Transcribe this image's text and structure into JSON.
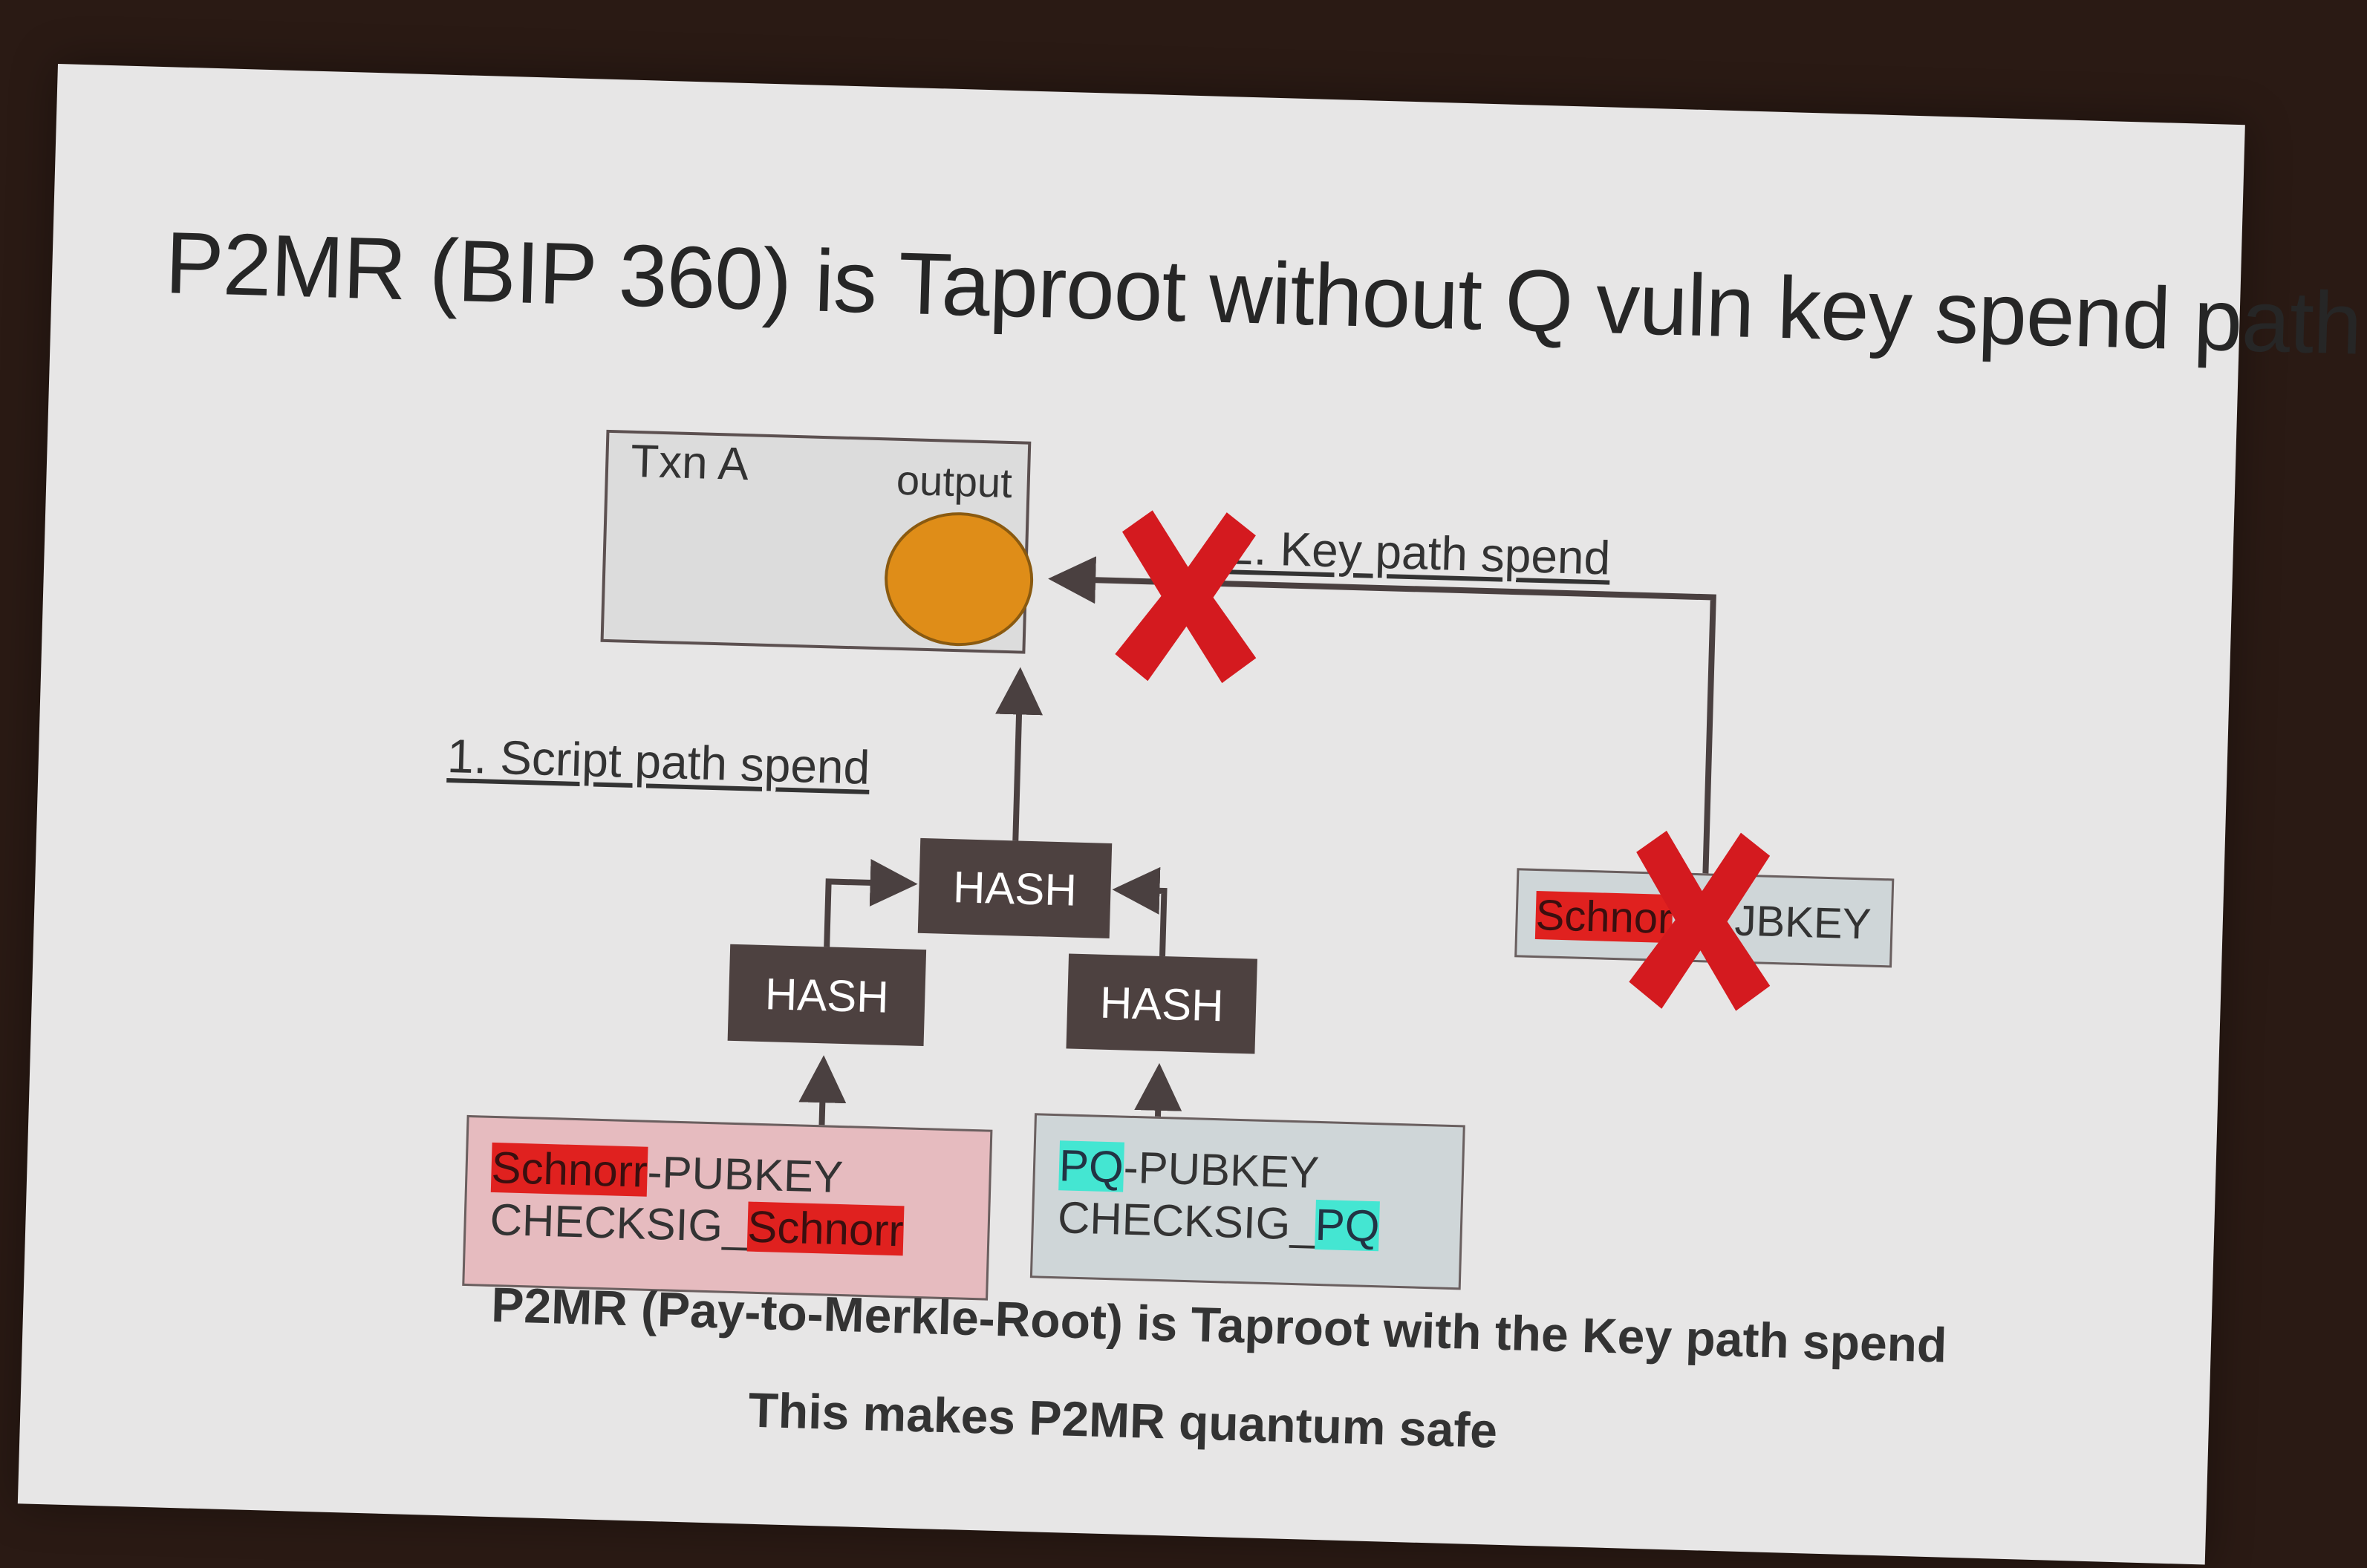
{
  "slide": {
    "title": "P2MR (BIP 360) is Taproot without Q vuln key spend path",
    "txn": {
      "label": "Txn A",
      "output_label": "output"
    },
    "hash_label": "HASH",
    "script_path_label": "1. Script path spend",
    "key_path_label": "2. Key path spend",
    "leaf_schnorr": {
      "line1_highlight": "Schnorr",
      "line1_rest": "-PUBKEY",
      "line2_prefix": "CHECKSIG_",
      "line2_highlight": "Schnorr"
    },
    "leaf_pq": {
      "line1_highlight": "PQ",
      "line1_rest": "-PUBKEY",
      "line2_prefix": "CHECKSIG_",
      "line2_highlight": "PQ"
    },
    "key_box": {
      "visible_left": "Schnor",
      "visible_right": "JBKEY"
    },
    "caption_1": "P2MR (Pay-to-Merkle-Root) is Taproot with the Key path spend",
    "caption_2": "This makes P2MR quantum safe",
    "colors": {
      "slide_bg": "#e7e6e6",
      "hash_box": "#4d4140",
      "output_coin": "#df8d18",
      "cross": "#d41a1f",
      "schnorr_highlight": "#e0211f",
      "pq_highlight": "#44e6d2",
      "leaf_schnorr_bg": "#e6bbbf",
      "leaf_pq_bg": "#cfd6d8"
    },
    "icons": [
      "output-coin-icon",
      "red-x-icon"
    ]
  }
}
